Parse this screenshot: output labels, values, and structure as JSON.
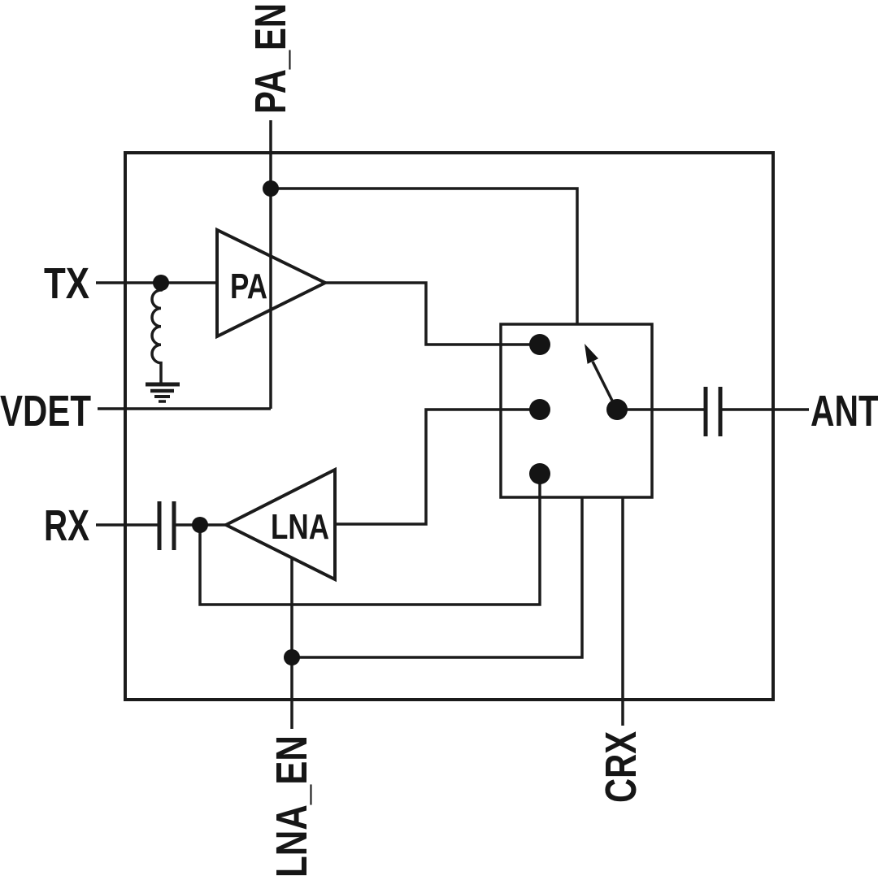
{
  "diagram": {
    "background_color": "#ffffff",
    "line_color": "#1b1b1b",
    "pins": {
      "pa_en": "PA_EN",
      "tx": "TX",
      "vdet": "VDET",
      "rx": "RX",
      "lna_en": "LNA_EN",
      "crx": "CRX",
      "ant": "ANT"
    },
    "blocks": {
      "pa": "PA",
      "lna": "LNA"
    }
  }
}
